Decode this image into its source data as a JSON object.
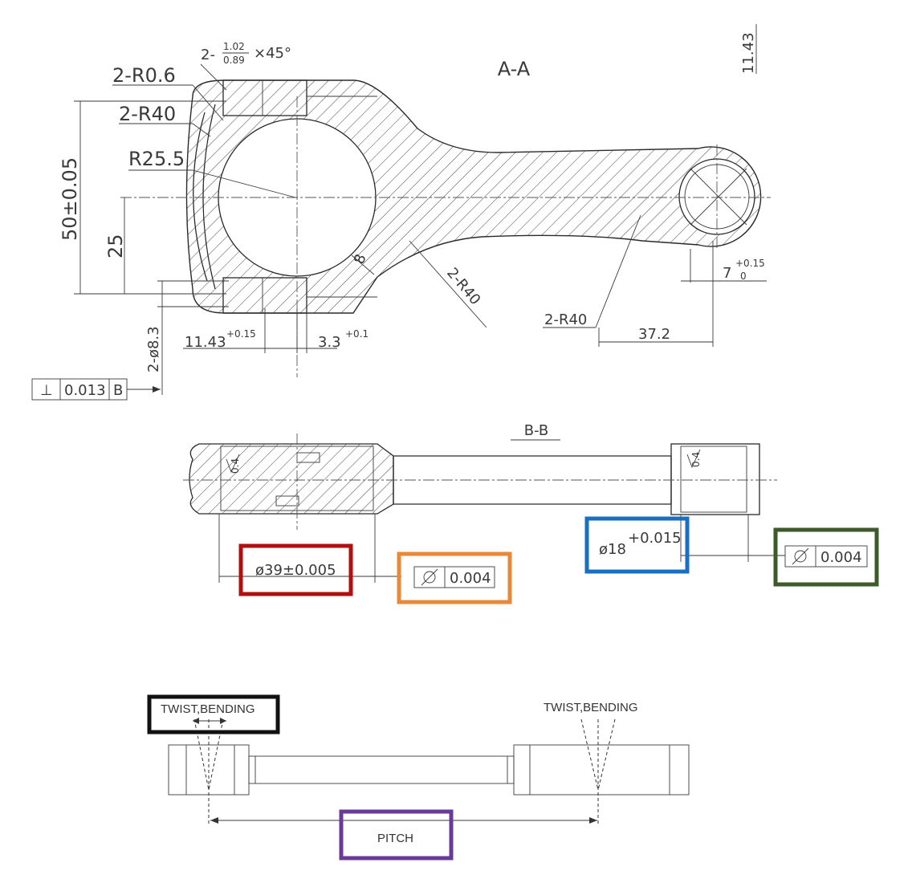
{
  "views": {
    "section_aa": "A-A",
    "section_bb": "B-B"
  },
  "dims_aa": {
    "top_right": "11.43",
    "chamfer_prefix": "2-",
    "chamfer_upper": "1.02",
    "chamfer_lower": "0.89",
    "chamfer_suffix": "×45°",
    "r06": "2-R0.6",
    "r40_left": "2-R40",
    "r255": "R25.5",
    "height": "50±0.05",
    "half": "25",
    "wall": "8",
    "r40_web": "2-R40",
    "r40_right": "2-R40",
    "small_end_base": "7",
    "small_end_upper": "+0.15",
    "small_end_lower": "0",
    "len_372": "37.2",
    "bolt_dia": "2-ø8.3",
    "d1143_base": "11.43",
    "d1143_tol": "+0.15",
    "d33_base": "3.3",
    "d33_tol": "+0.1"
  },
  "fcf_left": {
    "symbol": "⊥",
    "value": "0.013",
    "datum": "B"
  },
  "dims_bb": {
    "roughness": "0.4",
    "big_bore": "ø39±0.005",
    "cyl_big": "0.004",
    "small_bore_base": "ø18",
    "small_bore_tol": "+0.015",
    "cyl_small": "0.004"
  },
  "labels": {
    "twist_left": "TWIST,BENDING",
    "twist_right": "TWIST,BENDING",
    "pitch": "PITCH"
  },
  "highlight_colors": {
    "big_bore": "#b01010",
    "cyl_big": "#e8893a",
    "small_bore": "#1a6fc0",
    "cyl_small": "#3e5a2a",
    "twist_left": "#111111",
    "pitch": "#6a3a9a"
  }
}
